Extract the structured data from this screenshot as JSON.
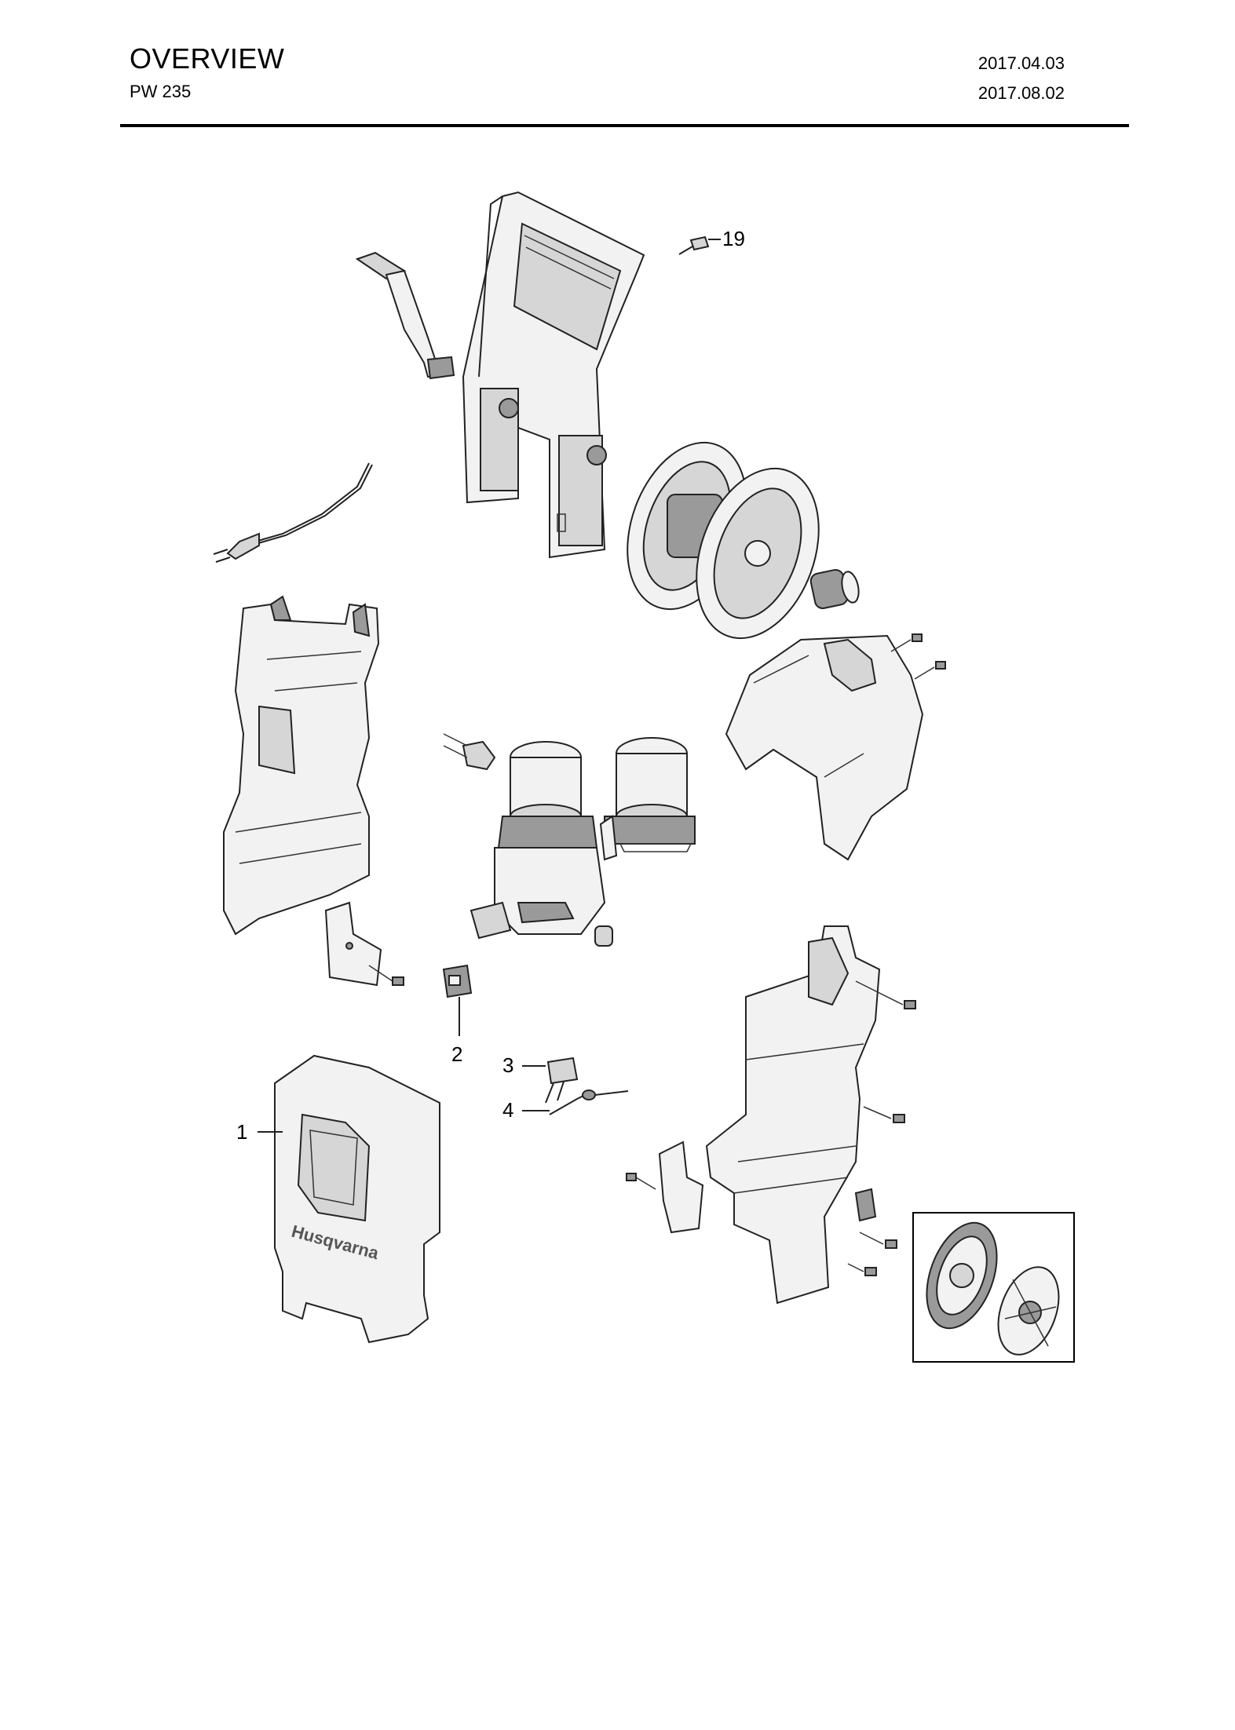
{
  "header": {
    "title": "OVERVIEW",
    "model": "PW 235",
    "date_created": "2017.04.03",
    "date_revised": "2017.08.02"
  },
  "callouts": [
    {
      "id": "1",
      "label": "1"
    },
    {
      "id": "2",
      "label": "2"
    },
    {
      "id": "3",
      "label": "3"
    },
    {
      "id": "4",
      "label": "4"
    },
    {
      "id": "19",
      "label": "19"
    }
  ],
  "brand_logo_text": "Husqvarna"
}
